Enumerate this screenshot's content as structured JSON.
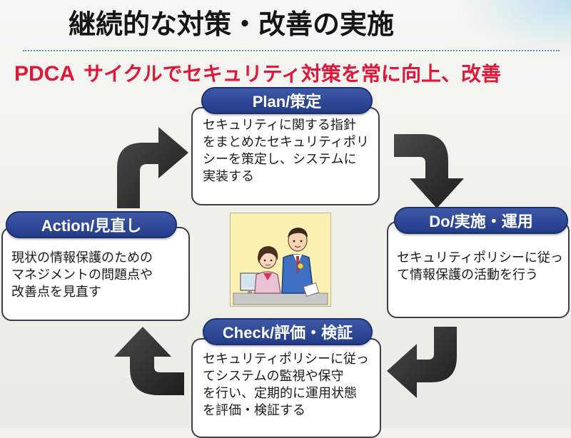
{
  "title": "継続的な対策・改善の実施",
  "subtitle": {
    "lead": "PDCA",
    "rest": "サイクルでセキュリティ対策を常に向上、改善"
  },
  "stages": {
    "plan": {
      "label": "Plan/策定",
      "lines": [
        "セキュリティに関する指針",
        "をまとめたセキュリティポリ",
        "シーを策定し、システムに",
        "実装する"
      ]
    },
    "do": {
      "label": "Do/実施・運用",
      "lines": [
        "セキュリティポリシーに従っ",
        "て情報保護の活動を行う"
      ]
    },
    "check": {
      "label": "Check/評価・検証",
      "lines": [
        "セキュリティポリシーに従っ",
        "てシステムの監視や保守",
        "を行い、定期的に運用状態",
        "を評価・検証する"
      ]
    },
    "action": {
      "label": "Action/見直し",
      "lines": [
        "現状の情報保護のための",
        "マネジメントの問題点や",
        "改善点を見直す"
      ]
    }
  },
  "colors": {
    "title": "#151515",
    "subtitle": "#e0163a",
    "pill": "#2c4592",
    "arrow": "#2b2b2b",
    "illustration_bg": "#fbf1b3"
  }
}
